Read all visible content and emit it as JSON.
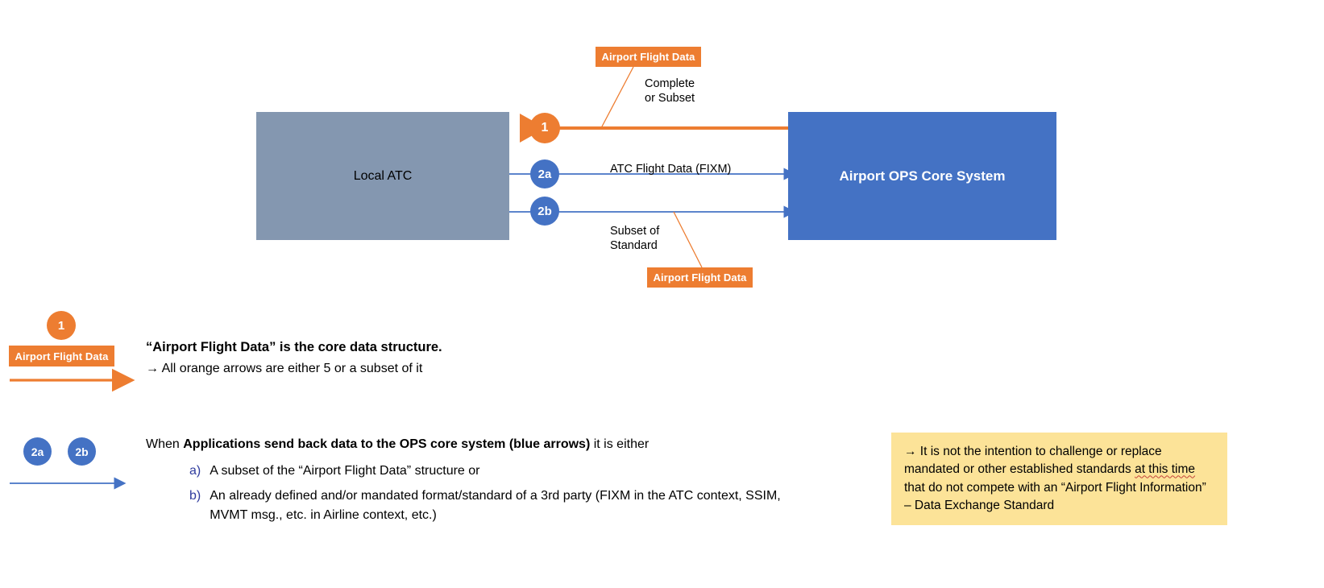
{
  "diagram": {
    "nodes": [
      {
        "id": "local-atc",
        "label": "Local ATC"
      },
      {
        "id": "ops-core",
        "label": "Airport OPS Core System"
      }
    ],
    "tags": {
      "top": "Airport Flight Data",
      "bottom": "Airport Flight Data"
    },
    "badges": {
      "one": "1",
      "two_a": "2a",
      "two_b": "2b"
    },
    "edge_captions": {
      "complete_or_subset_line1": "Complete",
      "complete_or_subset_line2": "or Subset",
      "atc_flight_data": "ATC Flight Data (FIXM)",
      "subset_of_line1": "Subset of",
      "subset_of_line2": "Standard"
    },
    "colors": {
      "orange": "#ED7D31",
      "blue": "#4472C4",
      "gray_blue": "#8497B0",
      "yellow": "#FCE398",
      "marker_blue": "#2F3C9E"
    }
  },
  "legend": {
    "orange": {
      "badge": "1",
      "tag": "Airport Flight Data",
      "heading": "“Airport Flight Data” is the core data structure.",
      "sub": "→ All orange arrows are either 5 or a subset of it"
    },
    "blue": {
      "badge_a": "2a",
      "badge_b": "2b",
      "intro_pre": "When ",
      "intro_bold": "Applications send back data to the OPS core system (blue arrows)",
      "intro_post": " it is either",
      "items": [
        {
          "marker": "a)",
          "text": "A subset of the “Airport Flight Data” structure or"
        },
        {
          "marker": "b)",
          "text": "An already defined and/or mandated format/standard of a 3rd party (FIXM in the ATC context, SSIM, MVMT msg., etc. in Airline context, etc.)"
        }
      ]
    }
  },
  "callout": {
    "line_pre": "→ It is not the intention to challenge or replace mandated or other established standards ",
    "line_squiggle": "at this time",
    "line_post": " that do not compete with an “Airport Flight Information” – Data Exchange Standard"
  }
}
